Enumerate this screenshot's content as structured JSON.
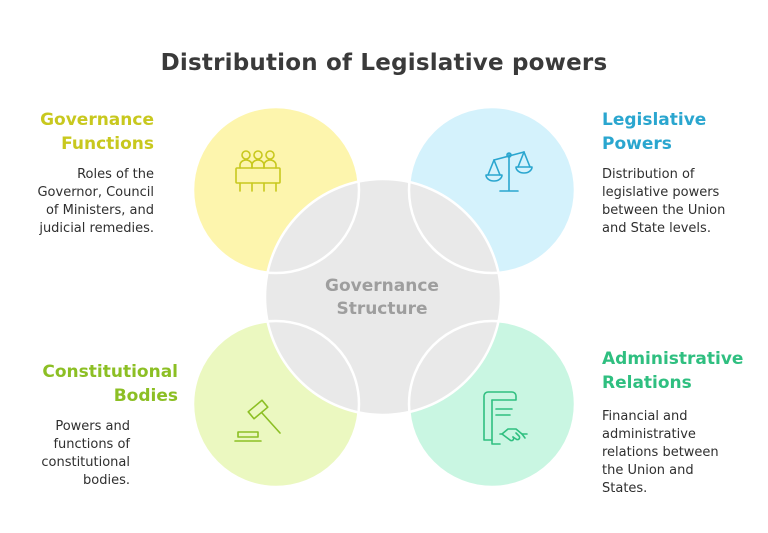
{
  "title": "Distribution of Legislative powers",
  "center": {
    "line1": "Governance",
    "line2": "Structure"
  },
  "colors": {
    "governance": "#c8c81e",
    "legislative": "#2aa6cf",
    "constitutional": "#8cbf24",
    "administrative": "#2fbf80"
  },
  "sections": {
    "governance": {
      "heading_line1": "Governance",
      "heading_line2": "Functions",
      "desc_lines": [
        "Roles of the",
        "Governor, Council",
        "of Ministers, and",
        "judicial remedies."
      ],
      "icon": "council-members-icon"
    },
    "legislative": {
      "heading_line1": "Legislative",
      "heading_line2": "Powers",
      "desc_lines": [
        "Distribution of",
        "legislative powers",
        "between the Union",
        "and State levels."
      ],
      "icon": "scales-icon"
    },
    "constitutional": {
      "heading_line1": "Constitutional",
      "heading_line2": "Bodies",
      "desc_lines": [
        "Powers and",
        "functions of",
        "constitutional",
        "bodies."
      ],
      "icon": "gavel-icon"
    },
    "administrative": {
      "heading_line1": "Administrative",
      "heading_line2": "Relations",
      "desc_lines": [
        "Financial and",
        "administrative",
        "relations between",
        "the Union and",
        "States."
      ],
      "icon": "agreement-handshake-icon"
    }
  }
}
